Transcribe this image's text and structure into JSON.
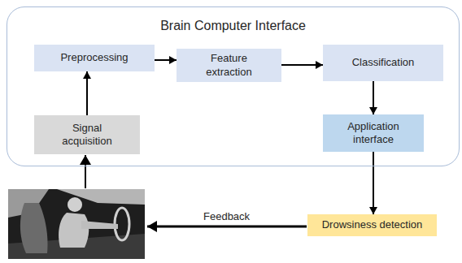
{
  "diagram": {
    "nodes": [
      {
        "text": [
          "Brain Computer Interface"
        ]
      },
      {
        "text": [
          "Preprocessing"
        ],
        "in": 0
      },
      {
        "text": [
          "Feature extraction"
        ],
        "in": 0
      },
      {
        "text": [
          "Classification"
        ],
        "in": 0
      },
      {
        "text": [
          "Signal acquisition"
        ],
        "in": 0
      },
      {
        "text": [
          "Application interface"
        ],
        "in": 0
      },
      {
        "text": [
          "Drowsiness detection"
        ]
      }
    ],
    "edges": [
      {
        "from": 4,
        "to": 1,
        "arrow": "to"
      },
      {
        "from": 1,
        "to": 2,
        "arrow": "to"
      },
      {
        "from": 2,
        "to": 3,
        "arrow": "to"
      },
      {
        "from": 3,
        "to": 5,
        "arrow": "to"
      },
      {
        "from": 5,
        "to": 6,
        "arrow": "to"
      }
    ],
    "labels": [
      "Feedback"
    ]
  }
}
